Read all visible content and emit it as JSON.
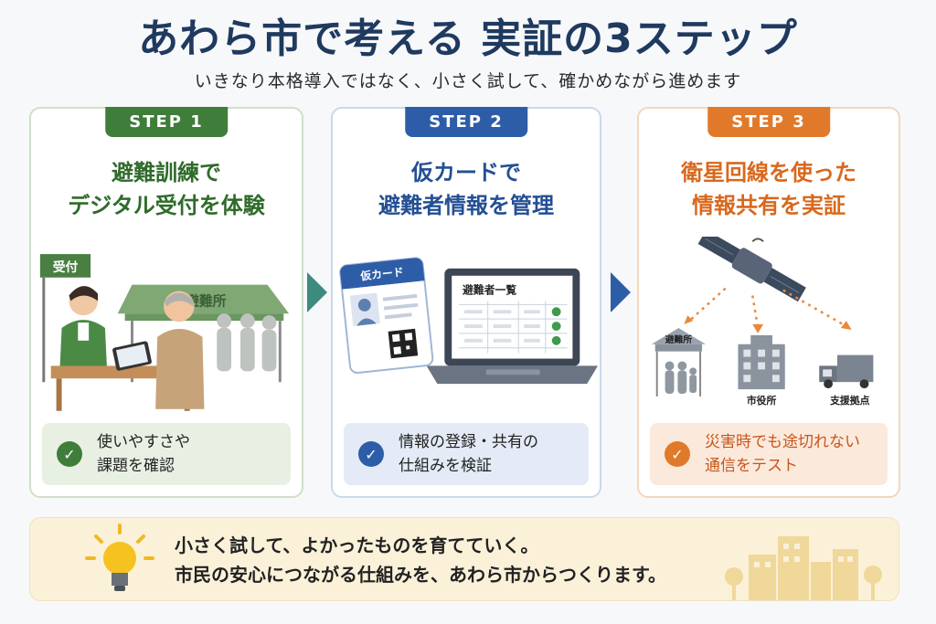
{
  "header": {
    "title": "あわら市で考える 実証の3ステップ",
    "subtitle": "いきなり本格導入ではなく、小さく試して、確かめながら進めます"
  },
  "steps": [
    {
      "badge": "STEP 1",
      "title_line1": "避難訓練で",
      "title_line2": "デジタル受付を体験",
      "illustration": {
        "reception_sign": "受付",
        "tent_label": "避難所"
      },
      "check_line1": "使いやすさや",
      "check_line2": "課題を確認",
      "color": "#3f7d3a"
    },
    {
      "badge": "STEP 2",
      "title_line1": "仮カードで",
      "title_line2": "避難者情報を管理",
      "illustration": {
        "card_label": "仮カード",
        "screen_title": "避難者一覧"
      },
      "check_line1": "情報の登録・共有の",
      "check_line2": "仕組みを検証",
      "color": "#2e5da8"
    },
    {
      "badge": "STEP 3",
      "title_line1": "衛星回線を使った",
      "title_line2": "情報共有を実証",
      "illustration": {
        "shelter_label": "避難所",
        "cityhall_label": "市役所",
        "base_label": "支援拠点"
      },
      "check_line1": "災害時でも途切れない",
      "check_line2": "通信をテスト",
      "color": "#e07a2a"
    }
  ],
  "footer": {
    "line1": "小さく試して、よかったものを育てていく。",
    "line2": "市民の安心につながる仕組みを、あわら市からつくります。",
    "icon": "lightbulb-icon"
  }
}
